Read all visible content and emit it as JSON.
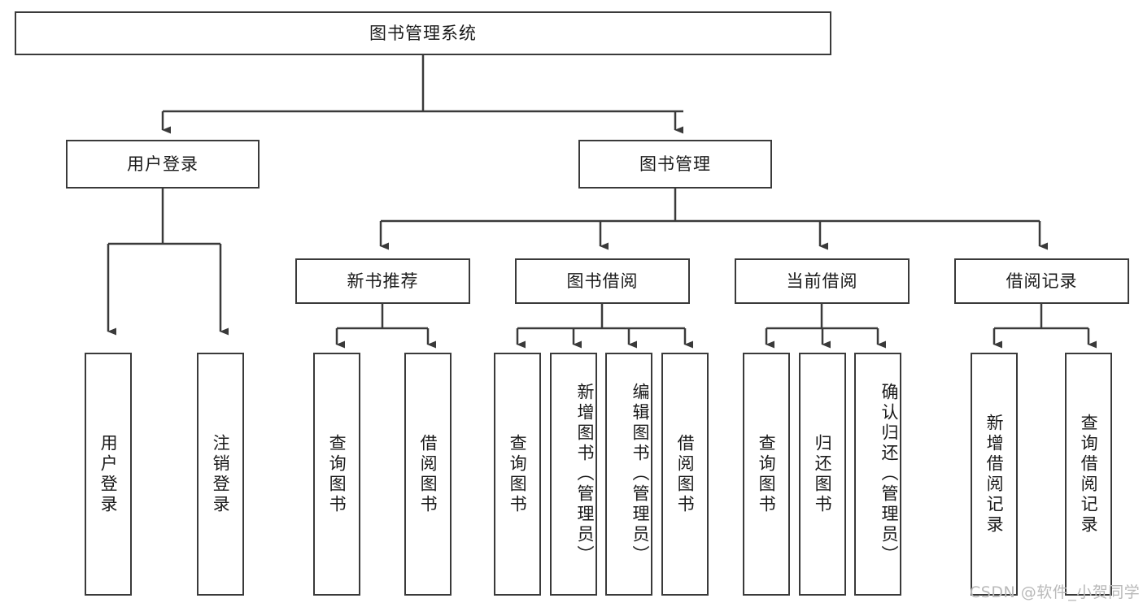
{
  "diagram": {
    "title_node": {
      "label": "图书管理系统"
    },
    "level1": [
      {
        "label": "用户登录"
      },
      {
        "label": "图书管理"
      }
    ],
    "level2": [
      {
        "label": "新书推荐"
      },
      {
        "label": "图书借阅"
      },
      {
        "label": "当前借阅"
      },
      {
        "label": "借阅记录"
      }
    ],
    "leaves": {
      "user_login": [
        {
          "label": "用户登录"
        },
        {
          "label": "注销登录"
        }
      ],
      "new_book": [
        {
          "label": "查询图书"
        },
        {
          "label": "借阅图书"
        }
      ],
      "borrow_book": [
        {
          "label": "查询图书"
        },
        {
          "label": "新增图书（管理员）"
        },
        {
          "label": "编辑图书（管理员）"
        },
        {
          "label": "借阅图书"
        }
      ],
      "current_borrow": [
        {
          "label": "查询图书"
        },
        {
          "label": "归还图书"
        },
        {
          "label": "确认归还（管理员）"
        }
      ],
      "borrow_record": [
        {
          "label": "新增借阅记录"
        },
        {
          "label": "查询借阅记录"
        }
      ]
    }
  },
  "watermark": {
    "text": "CSDN @软件_小贺同学"
  },
  "colors": {
    "stroke": "#3a3a3a",
    "fill": "#ffffff",
    "text": "#1a1a1a",
    "watermark": "#b9b9b9"
  }
}
